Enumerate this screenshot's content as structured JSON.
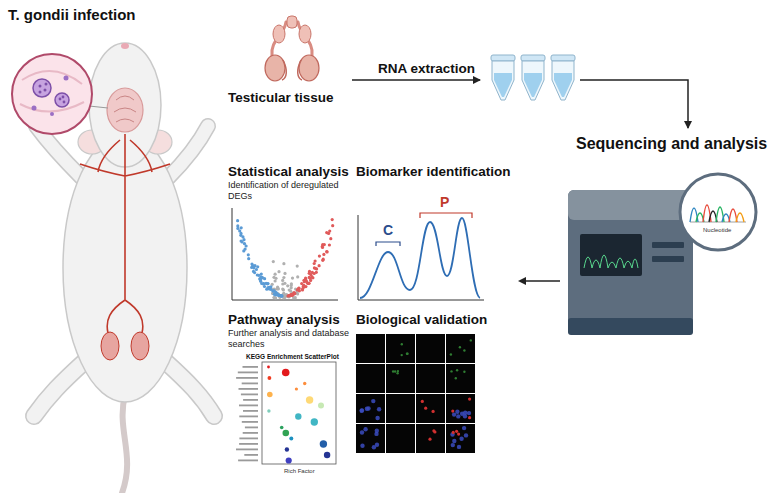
{
  "diagram": {
    "nodes": [
      {
        "text": [
          "T. gondii infection"
        ]
      },
      {
        "text": [
          "Testicular tissue"
        ]
      },
      {
        "text": [
          "Sequencing and analysis"
        ]
      },
      {
        "text": [
          "Statistical analysis",
          "Identification of deregulated DEGs"
        ]
      },
      {
        "text": [
          "Biomarker identification"
        ]
      },
      {
        "text": [
          "Pathway analysis",
          "Further analysis and database searches"
        ]
      },
      {
        "text": [
          "Biological validation"
        ]
      }
    ],
    "edges": [
      {
        "from": 2,
        "to": 4,
        "arrow": "to"
      }
    ],
    "labels": [
      "RNA extraction",
      "C",
      "P",
      "Nucleotide",
      "KEGG Enrichment ScatterPlot",
      "Rich Factor"
    ]
  }
}
